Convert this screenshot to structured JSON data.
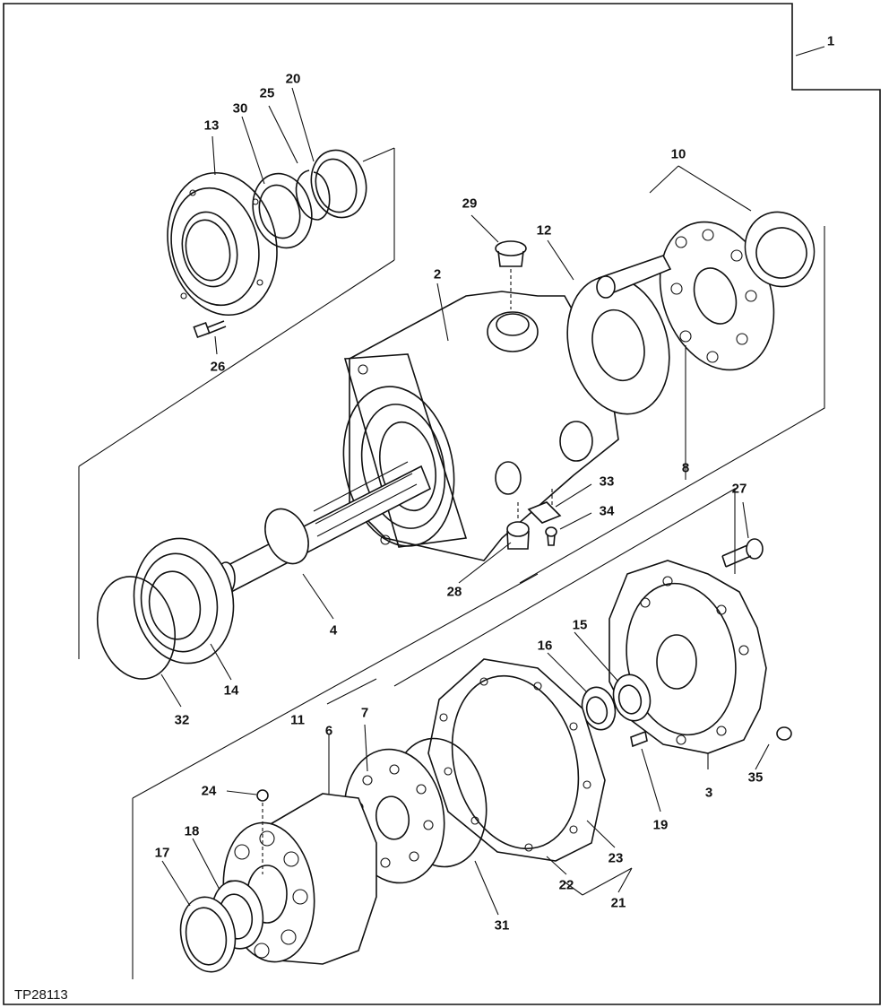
{
  "document": {
    "code": "TP28113"
  },
  "callouts": [
    {
      "id": "c1",
      "text": "1"
    },
    {
      "id": "c2",
      "text": "2"
    },
    {
      "id": "c3",
      "text": "3"
    },
    {
      "id": "c4",
      "text": "4"
    },
    {
      "id": "c6",
      "text": "6"
    },
    {
      "id": "c7",
      "text": "7"
    },
    {
      "id": "c8",
      "text": "8"
    },
    {
      "id": "c10",
      "text": "10"
    },
    {
      "id": "c11",
      "text": "11"
    },
    {
      "id": "c12",
      "text": "12"
    },
    {
      "id": "c13",
      "text": "13"
    },
    {
      "id": "c14",
      "text": "14"
    },
    {
      "id": "c15",
      "text": "15"
    },
    {
      "id": "c16",
      "text": "16"
    },
    {
      "id": "c17",
      "text": "17"
    },
    {
      "id": "c18",
      "text": "18"
    },
    {
      "id": "c19",
      "text": "19"
    },
    {
      "id": "c20",
      "text": "20"
    },
    {
      "id": "c21",
      "text": "21"
    },
    {
      "id": "c22",
      "text": "22"
    },
    {
      "id": "c23",
      "text": "23"
    },
    {
      "id": "c24",
      "text": "24"
    },
    {
      "id": "c25",
      "text": "25"
    },
    {
      "id": "c26",
      "text": "26"
    },
    {
      "id": "c27",
      "text": "27"
    },
    {
      "id": "c28",
      "text": "28"
    },
    {
      "id": "c29",
      "text": "29"
    },
    {
      "id": "c30",
      "text": "30"
    },
    {
      "id": "c31",
      "text": "31"
    },
    {
      "id": "c32",
      "text": "32"
    },
    {
      "id": "c33",
      "text": "33"
    },
    {
      "id": "c34",
      "text": "34"
    },
    {
      "id": "c35",
      "text": "35"
    }
  ]
}
